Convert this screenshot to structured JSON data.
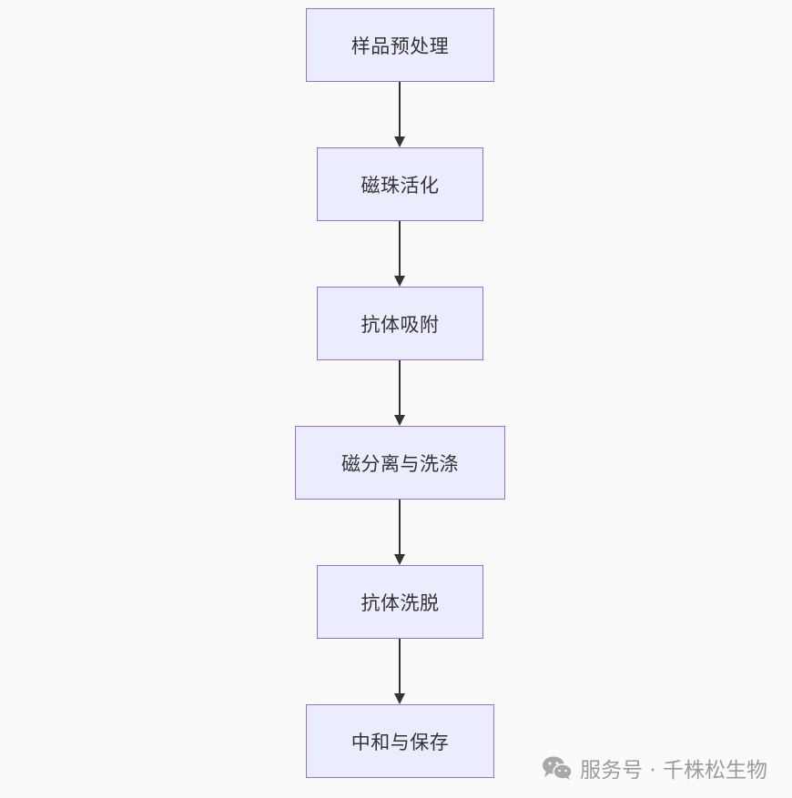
{
  "diagram": {
    "steps": [
      "样品预处理",
      "磁珠活化",
      "抗体吸附",
      "磁分离与洗涤",
      "抗体洗脱",
      "中和与保存"
    ]
  },
  "watermark": {
    "icon": "wechat-icon",
    "text": "服务号 · 千株松生物"
  }
}
